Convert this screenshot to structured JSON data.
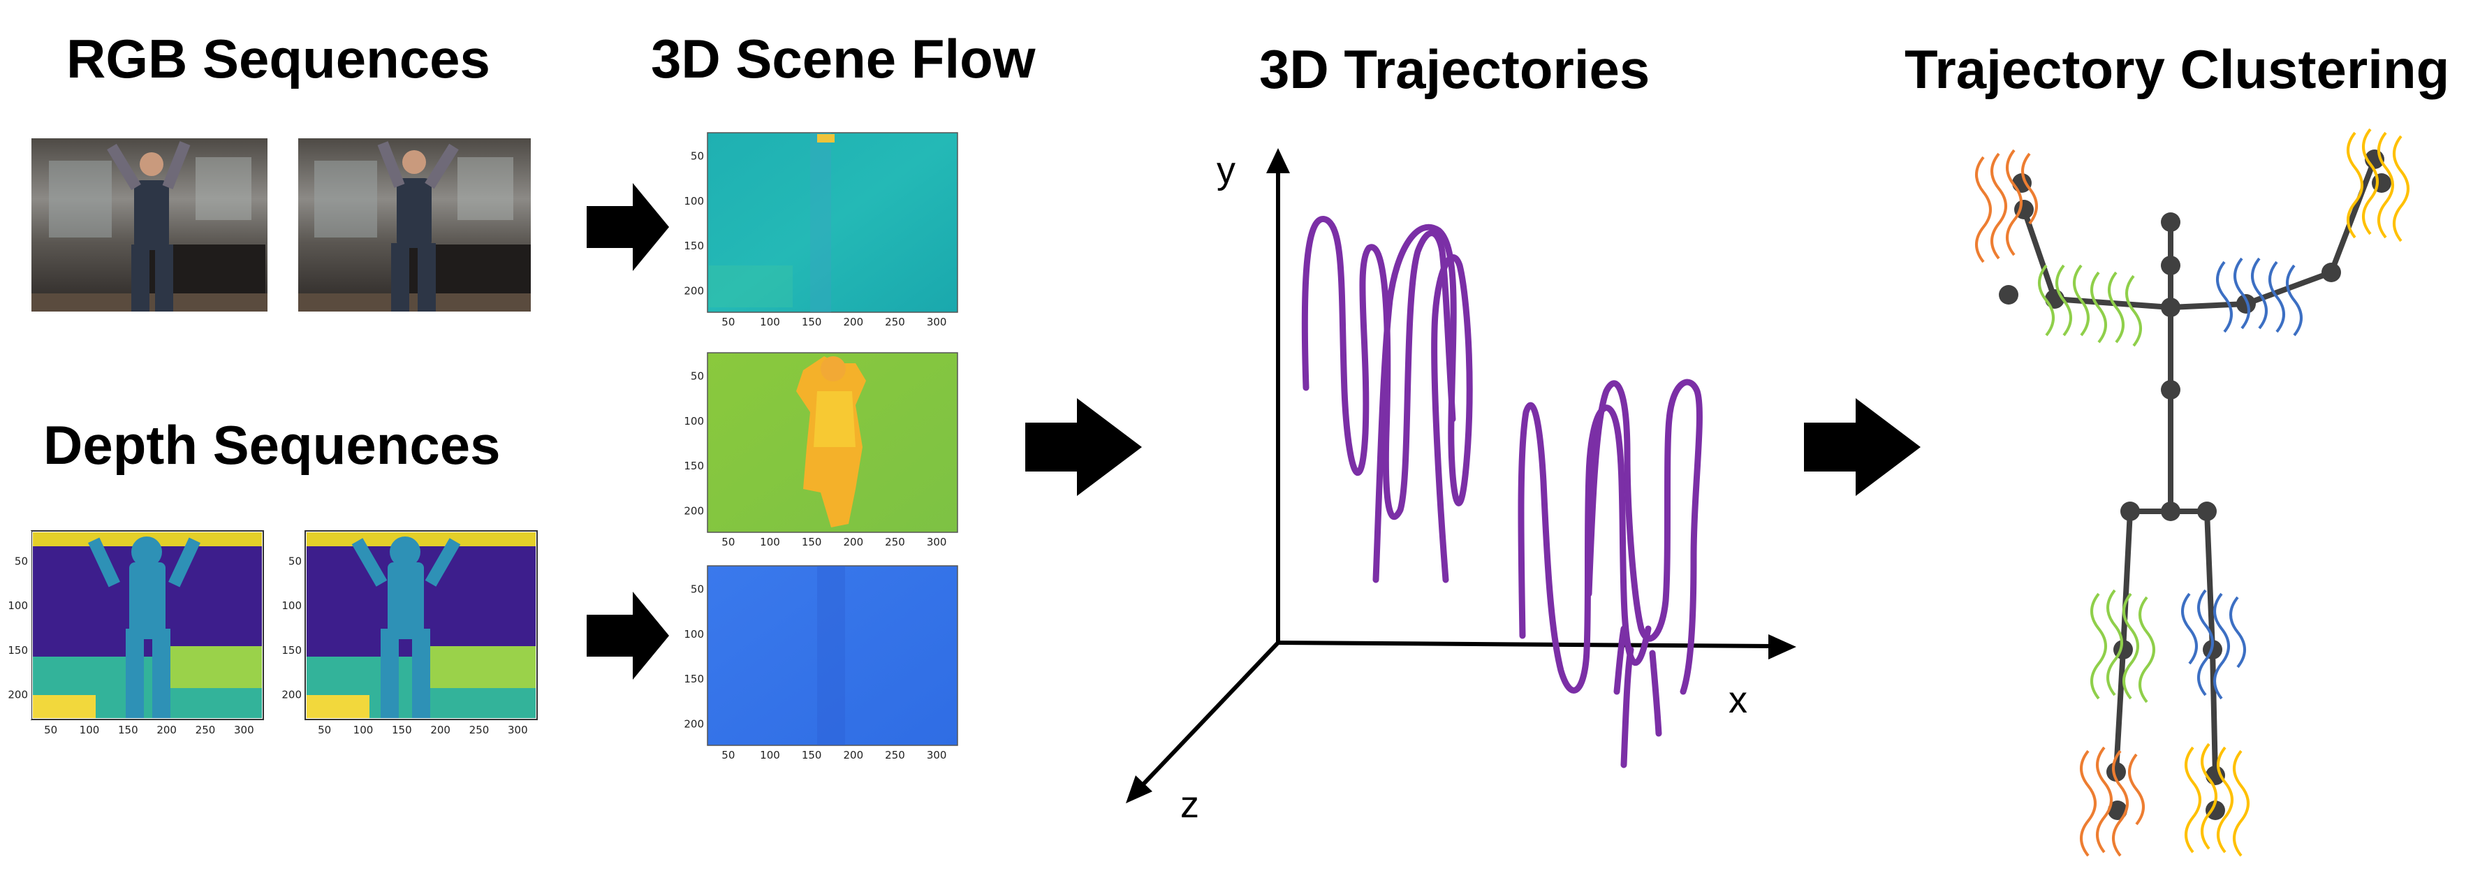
{
  "titles": {
    "rgb": "RGB Sequences",
    "depth": "Depth Sequences",
    "scene_flow": "3D Scene Flow",
    "trajectories": "3D Trajectories",
    "clustering": "Trajectory Clustering"
  },
  "axes_3d": {
    "x": "x",
    "y": "y",
    "z": "z"
  },
  "flow_plot_ticks": {
    "x": [
      "50",
      "100",
      "150",
      "200",
      "250",
      "300"
    ],
    "y": [
      "50",
      "100",
      "150",
      "200"
    ]
  },
  "depth_plot_ticks": {
    "x": [
      "50",
      "100",
      "150",
      "200",
      "250",
      "300"
    ],
    "y": [
      "50",
      "100",
      "150",
      "200"
    ]
  },
  "colors": {
    "trajectory": "#7b2fa6",
    "skeleton": "#404040",
    "cluster_orange": "#ed7d31",
    "cluster_green": "#8fcf4a",
    "cluster_blue": "#3c6fc3",
    "cluster_yellow": "#ffc000",
    "arrow": "#000000"
  }
}
